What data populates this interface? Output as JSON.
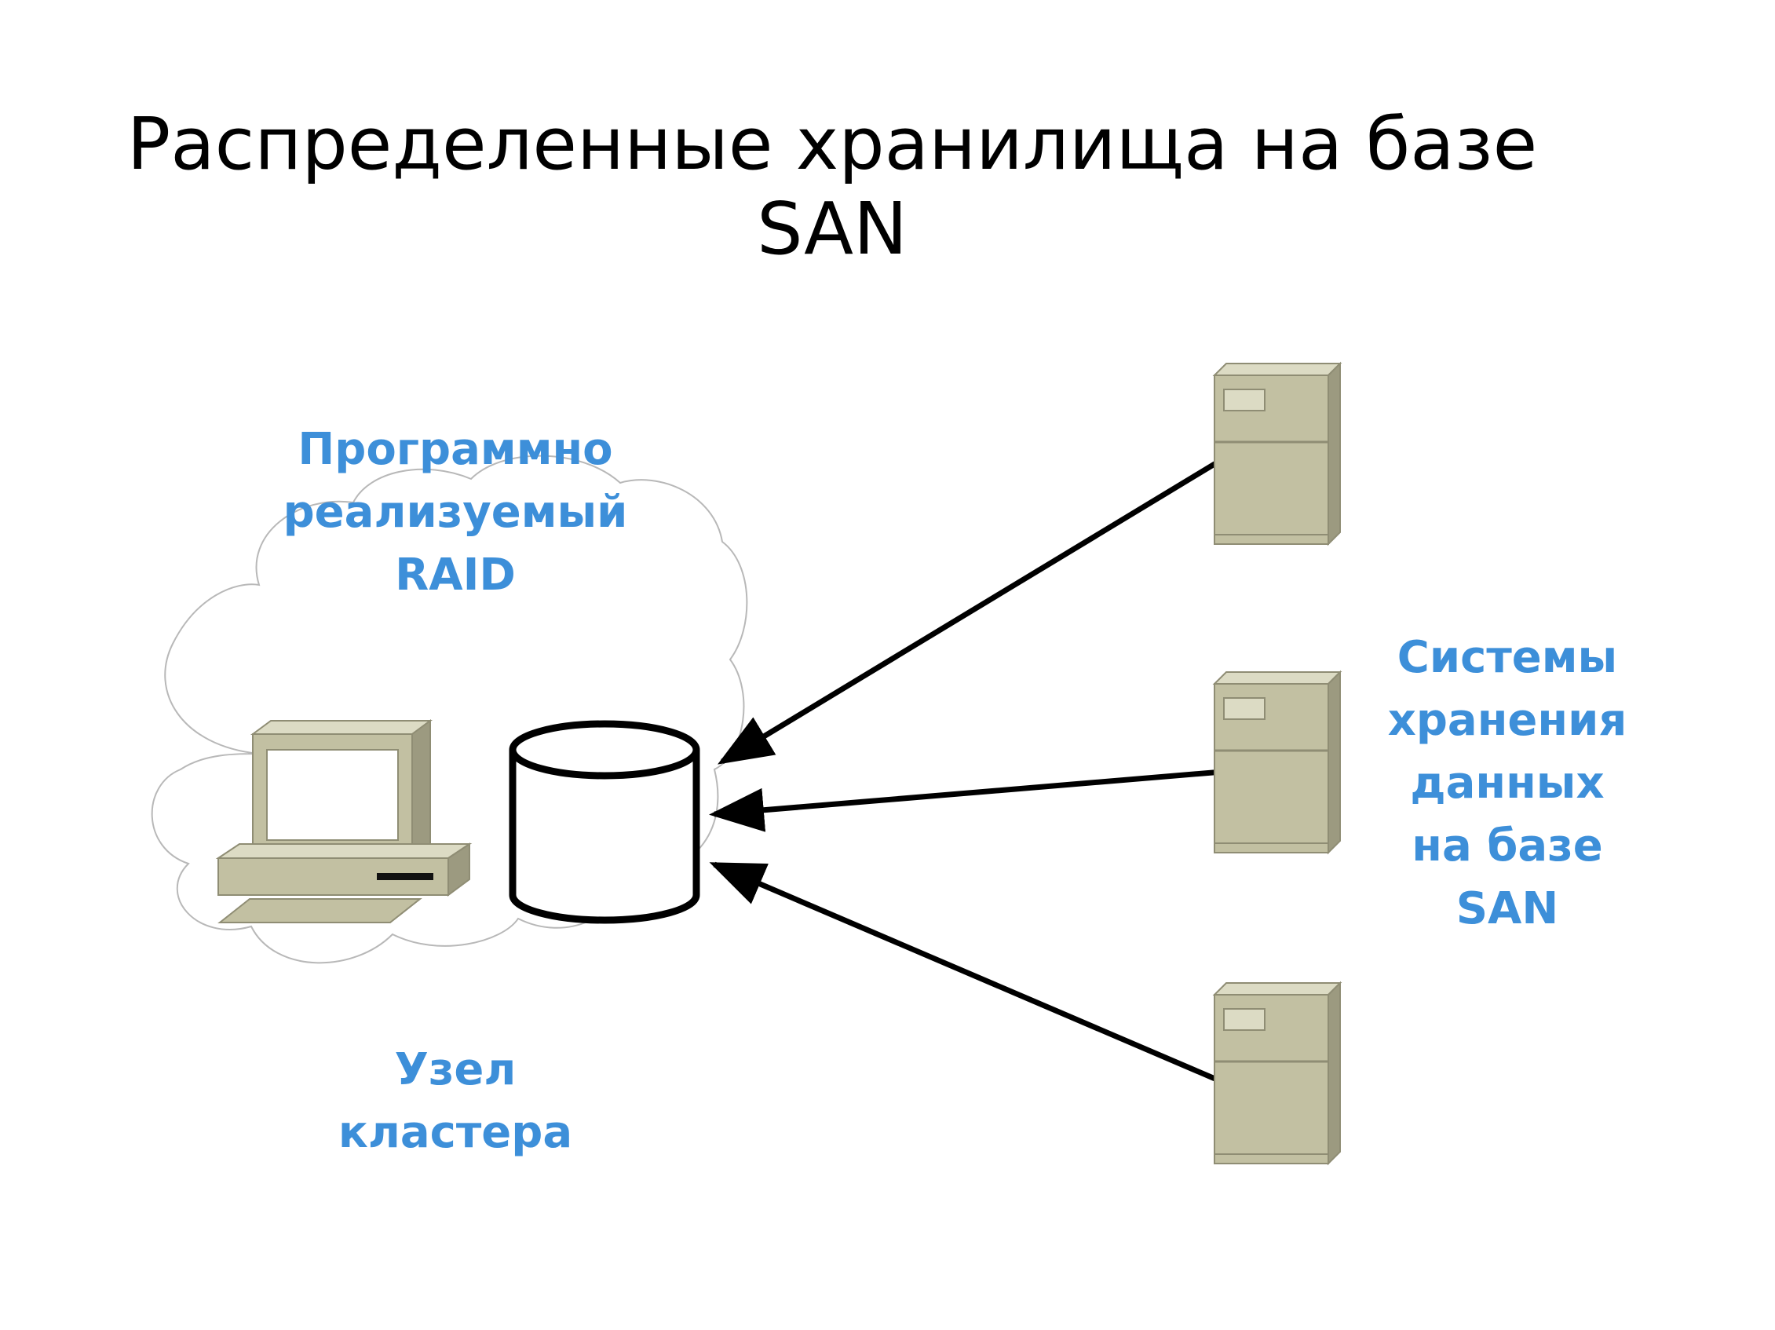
{
  "title": {
    "line1": "Распределенные хранилища на базе",
    "line2": "SAN"
  },
  "labels": {
    "raid": {
      "lines": [
        "Программно",
        "реализуемый",
        "RAID"
      ]
    },
    "storage": {
      "lines": [
        "Системы",
        "хранения",
        "данных",
        "на базе",
        "SAN"
      ]
    },
    "node": {
      "lines": [
        "Узел",
        "кластера"
      ]
    }
  },
  "colors": {
    "label": "#3d8fd9",
    "device": "#c2c0a2",
    "device_dark": "#8f8d74",
    "arrow": "#000000",
    "cloud": "#b8b8b8"
  },
  "icons": [
    "cloud-icon",
    "computer-icon",
    "disk-cylinder-icon",
    "server-icon"
  ]
}
